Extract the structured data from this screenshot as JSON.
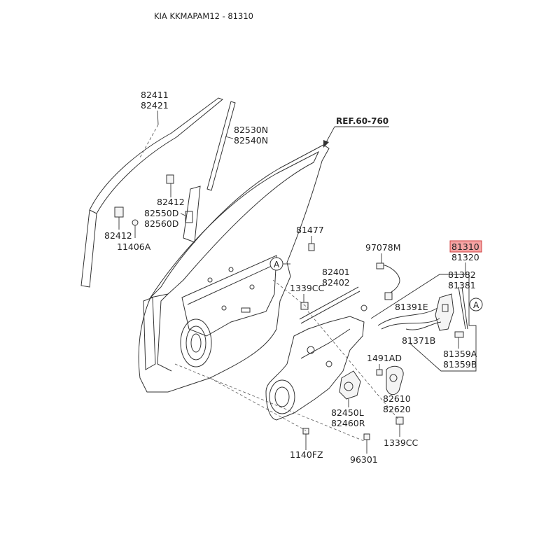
{
  "header": {
    "title": "KIA KKMAPAM12 - 81310"
  },
  "reference": {
    "label": "REF.60-760"
  },
  "callouts": {
    "a_left": "A",
    "a_right": "A"
  },
  "highlight_color": "#f5a3a3",
  "labels": {
    "p82411": "82411",
    "p82421": "82421",
    "p82530N": "82530N",
    "p82540N": "82540N",
    "p82412_a": "82412",
    "p82550D": "82550D",
    "p82560D": "82560D",
    "p82412_b": "82412",
    "p11406A": "11406A",
    "p81477": "81477",
    "p97078M": "97078M",
    "p81310": "81310",
    "p81320": "81320",
    "p81382": "81382",
    "p81381": "81381",
    "p82401": "82401",
    "p82402": "82402",
    "p1339CC_a": "1339CC",
    "p81391E": "81391E",
    "p81371B": "81371B",
    "p81359A": "81359A",
    "p81359B": "81359B",
    "p1491AD": "1491AD",
    "p82610": "82610",
    "p82620": "82620",
    "p82450L": "82450L",
    "p82460R": "82460R",
    "p1339CC_b": "1339CC",
    "p1140FZ": "1140FZ",
    "p96301": "96301"
  }
}
